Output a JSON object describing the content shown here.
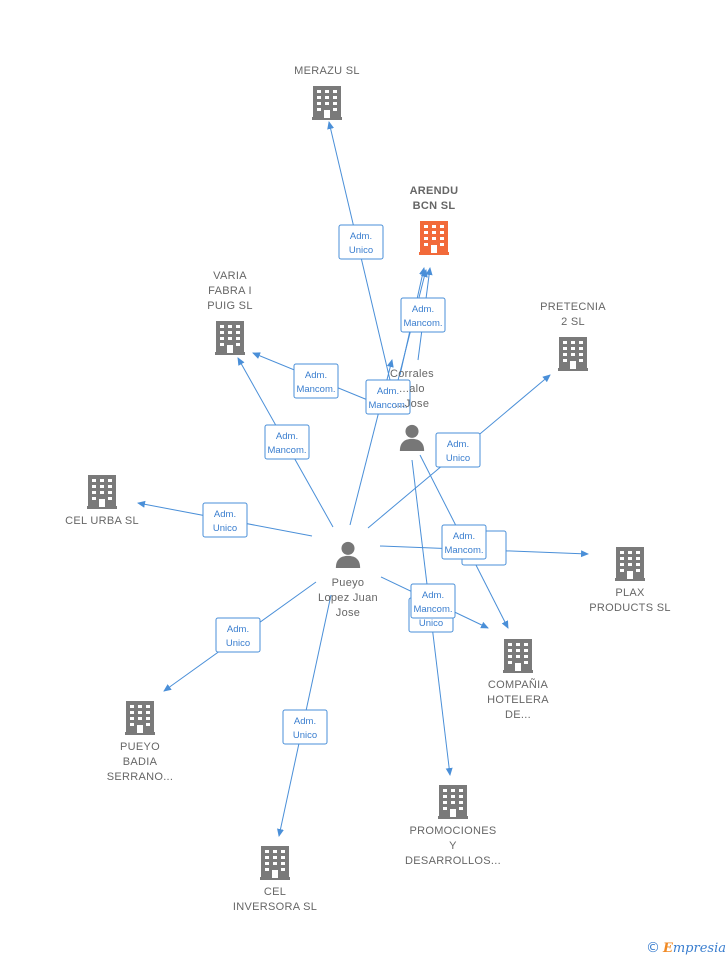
{
  "companies": [
    {
      "id": "merazu",
      "lines": [
        "MERAZU  SL"
      ],
      "highlight": false
    },
    {
      "id": "arendu",
      "lines": [
        "ARENDU",
        "BCN  SL"
      ],
      "highlight": true
    },
    {
      "id": "varia",
      "lines": [
        "VARIA",
        "FABRA I",
        "PUIG  SL"
      ],
      "highlight": false
    },
    {
      "id": "pretecnia",
      "lines": [
        "PRETECNIA",
        "2 SL"
      ],
      "highlight": false
    },
    {
      "id": "celurba",
      "lines": [
        "CEL URBA SL"
      ],
      "highlight": false
    },
    {
      "id": "plax",
      "lines": [
        "PLAX",
        "PRODUCTS SL"
      ],
      "highlight": false
    },
    {
      "id": "compania",
      "lines": [
        "COMPAÑIA",
        "HOTELERA",
        "DE..."
      ],
      "highlight": false
    },
    {
      "id": "pueyobadia",
      "lines": [
        "PUEYO",
        "BADIA",
        "SERRANO..."
      ],
      "highlight": false
    },
    {
      "id": "promociones",
      "lines": [
        "PROMOCIONES",
        "Y",
        "DESARROLLOS..."
      ],
      "highlight": false
    },
    {
      "id": "celinversora",
      "lines": [
        "CEL",
        "INVERSORA SL"
      ],
      "highlight": false
    }
  ],
  "persons": [
    {
      "id": "corrales",
      "lines": [
        "Corrales",
        "...alo",
        "...Jose"
      ]
    },
    {
      "id": "pueyo",
      "lines": [
        "Pueyo",
        "Lopez Juan",
        "Jose"
      ]
    }
  ],
  "roles": [
    {
      "id": "r1",
      "lines": [
        "Adm.",
        "Unico"
      ]
    },
    {
      "id": "r2",
      "lines": [
        "Adm.",
        "Mancom."
      ]
    },
    {
      "id": "r3",
      "lines": [
        "Adm.",
        "Mancom."
      ]
    },
    {
      "id": "r4",
      "lines": [
        "Adm.",
        "Mancom."
      ]
    },
    {
      "id": "r5",
      "lines": [
        "Adm.",
        "Mancom."
      ]
    },
    {
      "id": "r6",
      "lines": [
        "Adm.",
        "Unico"
      ]
    },
    {
      "id": "r7",
      "lines": [
        "Adm.",
        "Unico"
      ]
    },
    {
      "id": "r8",
      "lines": [
        "Adm.",
        "Mancom."
      ]
    },
    {
      "id": "r9",
      "lines": [
        "Adm.",
        "Unico"
      ]
    },
    {
      "id": "r10",
      "lines": [
        "Adm.",
        "Mancom."
      ]
    },
    {
      "id": "r11",
      "lines": [
        "Adm.",
        "Unico"
      ]
    },
    {
      "id": "r12",
      "lines": [
        "Adm.",
        "Unico"
      ]
    }
  ],
  "colors": {
    "edge": "#4a8fd8",
    "building": "#7a7a7a",
    "highlight": "#f26a3a",
    "person": "#777777"
  },
  "brand": {
    "copyright": "©",
    "initial": "E",
    "rest": "mpresia"
  }
}
